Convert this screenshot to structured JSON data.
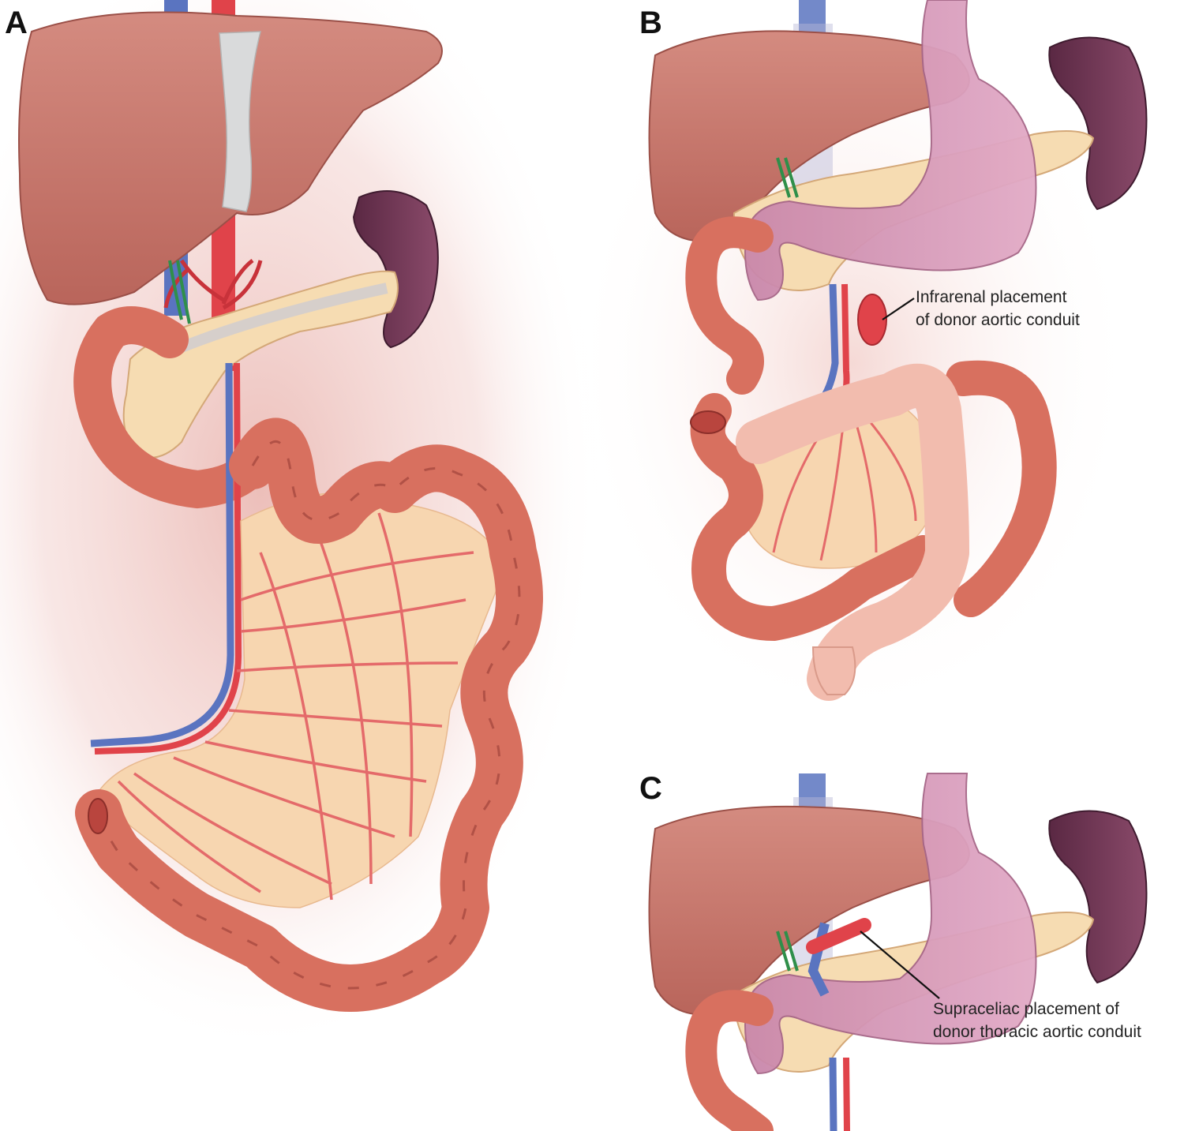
{
  "panels": [
    {
      "letter": "A"
    },
    {
      "letter": "B",
      "callout": [
        "Infrarenal placement",
        "of donor aortic conduit"
      ]
    },
    {
      "letter": "C",
      "callout": [
        "Supraceliac placement of",
        "donor thoracic aortic conduit"
      ]
    }
  ],
  "colors": {
    "liver": "#c9776b",
    "liver_shadow": "#a85a52",
    "stomach": "#d79ab8",
    "spleen": "#6e3552",
    "pancreas": "#f6dcb2",
    "bowel": "#d8705f",
    "bowel_dark": "#a84a40",
    "colon": "#f2bcae",
    "mesentery": "#f7d6b0",
    "artery": "#e0434a",
    "vein": "#5a74c0",
    "glow": "#f3d3d0",
    "band": "#d9dadb"
  }
}
